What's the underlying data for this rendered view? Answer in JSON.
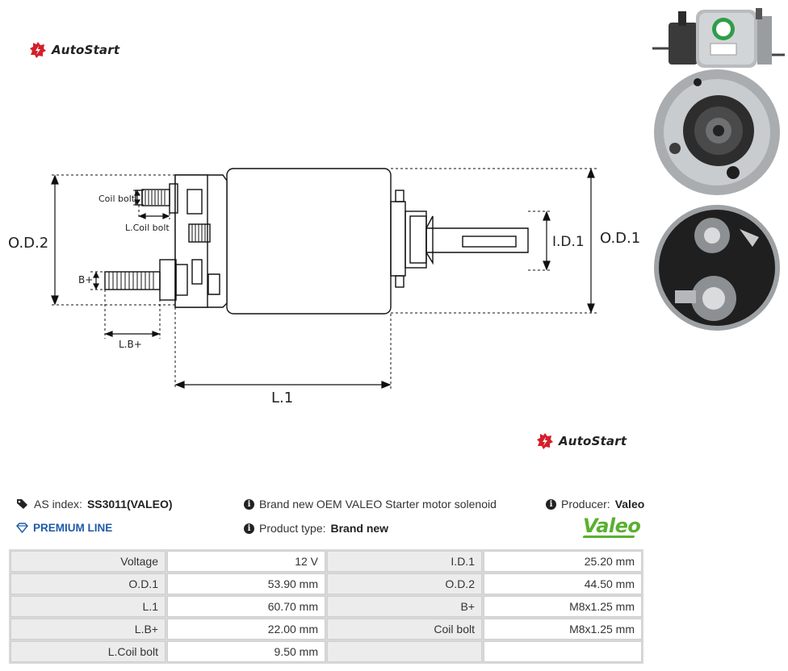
{
  "brand": {
    "logo_text": "AutoStart"
  },
  "drawing_labels": {
    "od2": "O.D.2",
    "od1": "O.D.1",
    "id1": "I.D.1",
    "l1": "L.1",
    "coil_bolt": "Coil bolt",
    "l_coil_bolt": "L.Coil bolt",
    "b_plus": "B+",
    "l_b_plus": "L.B+"
  },
  "info": {
    "as_index_label": "AS index:",
    "as_index_value": "SS3011(VALEO)",
    "premium": "PREMIUM LINE",
    "description": "Brand new OEM VALEO Starter motor solenoid",
    "product_type_label": "Product type:",
    "product_type_value": "Brand new",
    "producer_label": "Producer:",
    "producer_value": "Valeo",
    "producer_logo_text": "Valeo"
  },
  "specs": [
    {
      "k1": "Voltage",
      "v1": "12 V",
      "k2": "I.D.1",
      "v2": "25.20 mm"
    },
    {
      "k1": "O.D.1",
      "v1": "53.90 mm",
      "k2": "O.D.2",
      "v2": "44.50 mm"
    },
    {
      "k1": "L.1",
      "v1": "60.70 mm",
      "k2": "B+",
      "v2": "M8x1.25 mm"
    },
    {
      "k1": "L.B+",
      "v1": "22.00 mm",
      "k2": "Coil bolt",
      "v2": "M8x1.25 mm"
    },
    {
      "k1": "L.Coil bolt",
      "v1": "9.50 mm",
      "k2": "",
      "v2": ""
    }
  ],
  "colors": {
    "brand_red": "#d4202a",
    "premium_blue": "#1e5aa8",
    "valeo_green": "#5ab031"
  }
}
